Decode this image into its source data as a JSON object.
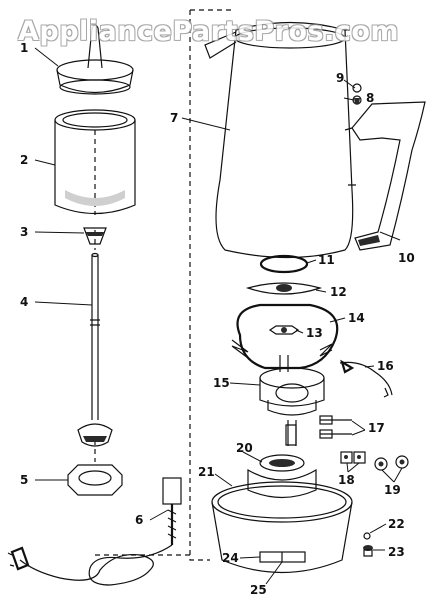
{
  "watermark": "AppliancePartsPros.com",
  "labels": [
    "1",
    "2",
    "3",
    "4",
    "5",
    "6",
    "7",
    "8",
    "9",
    "10",
    "11",
    "12",
    "13",
    "14",
    "15",
    "16",
    "17",
    "18",
    "19",
    "20",
    "21",
    "22",
    "23",
    "24",
    "25"
  ]
}
